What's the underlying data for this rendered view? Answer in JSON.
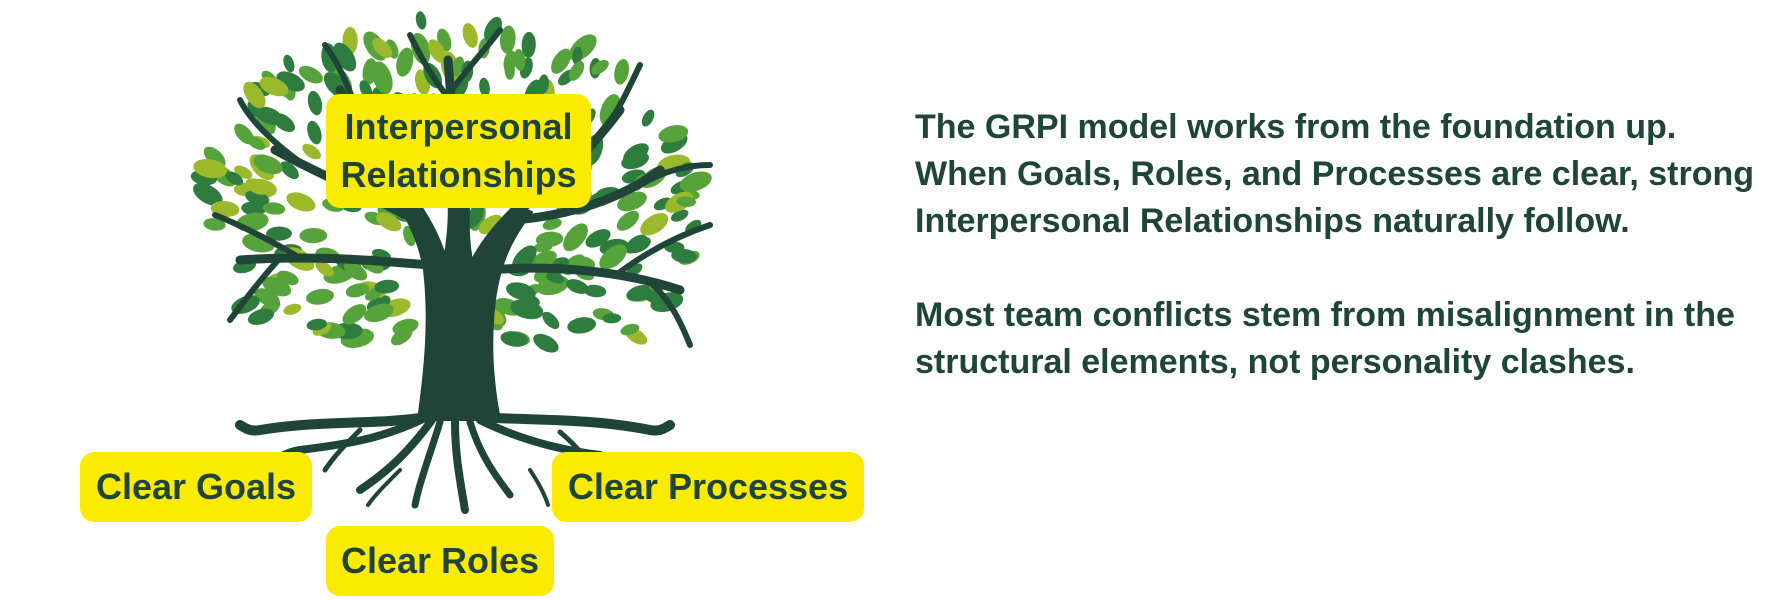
{
  "labels": {
    "interpersonal_line1": "Interpersonal",
    "interpersonal_line2": "Relationships",
    "goals": "Clear Goals",
    "roles": "Clear Roles",
    "processes": "Clear Processes"
  },
  "description": {
    "paragraph1": "The GRPI model works from the foundation up. When Goals, Roles, and Processes are clear, strong Interpersonal Relationships naturally follow.",
    "paragraph2": "Most team conflicts stem from misalignment in the structural elements, not personality clashes."
  },
  "colors": {
    "trunk": "#1f4438",
    "leaf_dark": "#2e7d3e",
    "leaf_mid": "#56a33c",
    "leaf_light": "#9ab92b",
    "label_bg": "#fbeb00",
    "text": "#1f4438"
  }
}
